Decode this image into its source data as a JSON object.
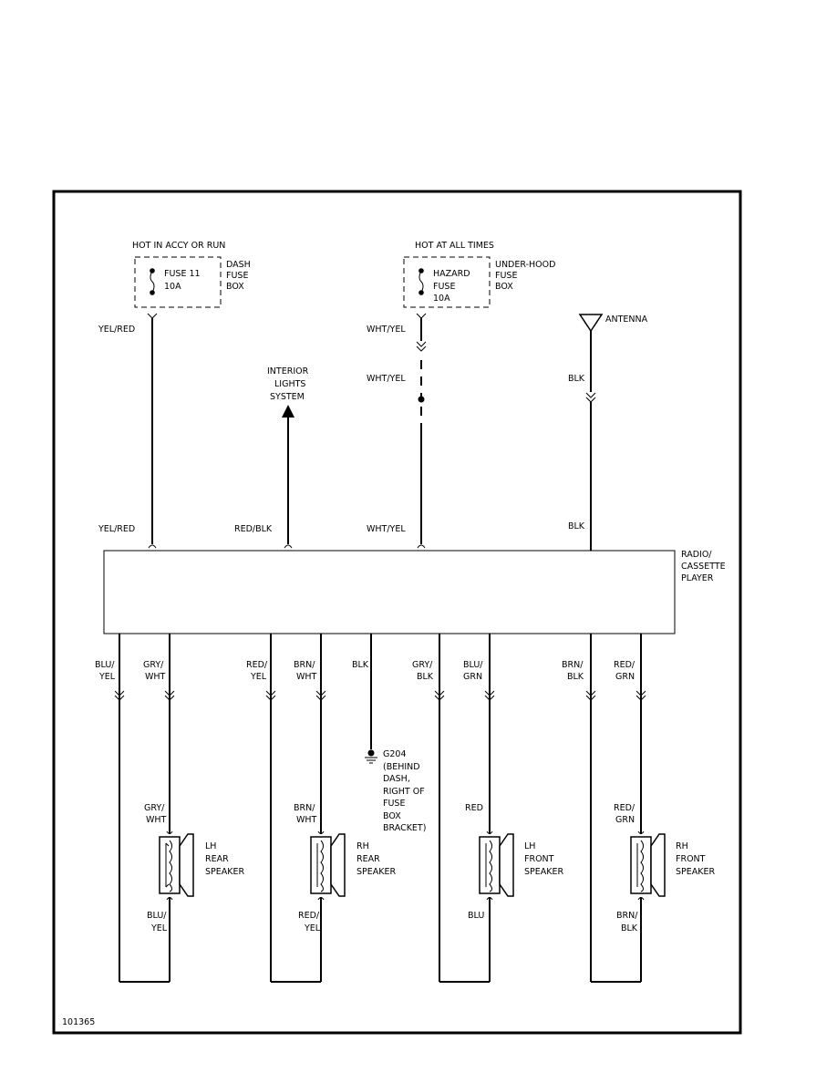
{
  "fuse_left": {
    "header": "HOT IN ACCY OR RUN",
    "name": "FUSE 11",
    "rating": "10A",
    "box_lines": [
      "DASH",
      "FUSE",
      "BOX"
    ]
  },
  "fuse_right": {
    "header": "HOT AT ALL TIMES",
    "name": "HAZARD",
    "name2": "FUSE",
    "rating": "10A",
    "box_lines": [
      "UNDER-HOOD",
      "FUSE",
      "BOX"
    ]
  },
  "antenna": {
    "label": "ANTENNA"
  },
  "interior_lights": {
    "lines": [
      "INTERIOR",
      "LIGHTS",
      "SYSTEM"
    ]
  },
  "radio": {
    "lines": [
      "RADIO/",
      "CASSETTE",
      "PLAYER"
    ]
  },
  "top_wires": {
    "w1_upper": "YEL/RED",
    "w1_lower": "YEL/RED",
    "w2_lower": "RED/BLK",
    "w3_upper": "WHT/YEL",
    "w3_mid": "WHT/YEL",
    "w3_lower": "WHT/YEL",
    "w4_upper": "BLK",
    "w4_lower": "BLK"
  },
  "bottom_wires": [
    [
      "BLU/",
      "YEL"
    ],
    [
      "GRY/",
      "WHT"
    ],
    [
      "RED/",
      "YEL"
    ],
    [
      "BRN/",
      "WHT"
    ],
    [
      "BLK"
    ],
    [
      "GRY/",
      "BLK"
    ],
    [
      "BLU/",
      "GRN"
    ],
    [
      "BRN/",
      "BLK"
    ],
    [
      "RED/",
      "GRN"
    ]
  ],
  "ground": {
    "id": "G204",
    "lines": [
      "(BEHIND",
      "DASH,",
      "RIGHT OF",
      "FUSE",
      "BOX",
      "BRACKET)"
    ]
  },
  "speakers": [
    {
      "lines": [
        "LH",
        "REAR",
        "SPEAKER"
      ],
      "top_wire": [
        "GRY/",
        "WHT"
      ],
      "bottom_wire": [
        "BLU/",
        "YEL"
      ]
    },
    {
      "lines": [
        "RH",
        "REAR",
        "SPEAKER"
      ],
      "top_wire": [
        "BRN/",
        "WHT"
      ],
      "bottom_wire": [
        "RED/",
        "YEL"
      ]
    },
    {
      "lines": [
        "LH",
        "FRONT",
        "SPEAKER"
      ],
      "top_wire": [
        "RED"
      ],
      "bottom_wire": [
        "BLU"
      ]
    },
    {
      "lines": [
        "RH",
        "FRONT",
        "SPEAKER"
      ],
      "top_wire": [
        "RED/",
        "GRN"
      ],
      "bottom_wire": [
        "BRN/",
        "BLK"
      ]
    }
  ],
  "figure_id": "101365"
}
